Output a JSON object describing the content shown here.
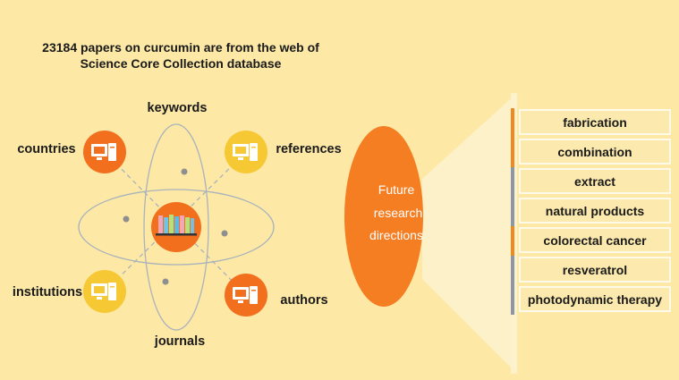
{
  "title_lines": [
    "23184 papers on curcumin are from the web of",
    "Science Core Collection database"
  ],
  "nodes": {
    "keywords": "keywords",
    "countries": "countries",
    "references": "references",
    "institutions": "institutions",
    "authors": "authors",
    "journals": "journals"
  },
  "future": {
    "lines": [
      "Future",
      "research",
      "directions"
    ]
  },
  "directions": [
    {
      "label": "fabrication",
      "bar_color": "#f08a1e"
    },
    {
      "label": "combination",
      "bar_color": "#f08a1e"
    },
    {
      "label": "extract",
      "bar_color": "#8c97a8"
    },
    {
      "label": "natural products",
      "bar_color": "#8c97a8"
    },
    {
      "label": "colorectal cancer",
      "bar_color": "#f08a1e"
    },
    {
      "label": "resveratrol",
      "bar_color": "#8c97a8"
    },
    {
      "label": "photodynamic therapy",
      "bar_color": "#8c97a8"
    }
  ],
  "colors": {
    "background": "#fde8a6",
    "orange": "#f26f1e",
    "yellow": "#f6c833",
    "future_oval": "#f57d22",
    "orbit": "#a9b3bb",
    "box_fill": "#fce9ad",
    "box_border": "#ffffff",
    "beam": "#fdf2cf"
  },
  "icons": {
    "node": "computer-icon",
    "center": "books-icon"
  }
}
